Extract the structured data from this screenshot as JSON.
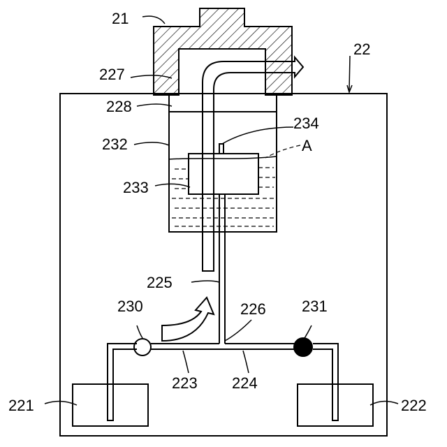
{
  "figure": {
    "labels": {
      "l21": "21",
      "l22": "22",
      "l221": "221",
      "l222": "222",
      "l223": "223",
      "l224": "224",
      "l225": "225",
      "l226": "226",
      "l227": "227",
      "l228": "228",
      "l230": "230",
      "l231": "231",
      "l232": "232",
      "l233": "233",
      "l234": "234",
      "lA": "A"
    },
    "colors": {
      "line": "#000000",
      "background": "#ffffff",
      "valve_open": "#ffffff",
      "valve_closed": "#000000"
    }
  }
}
